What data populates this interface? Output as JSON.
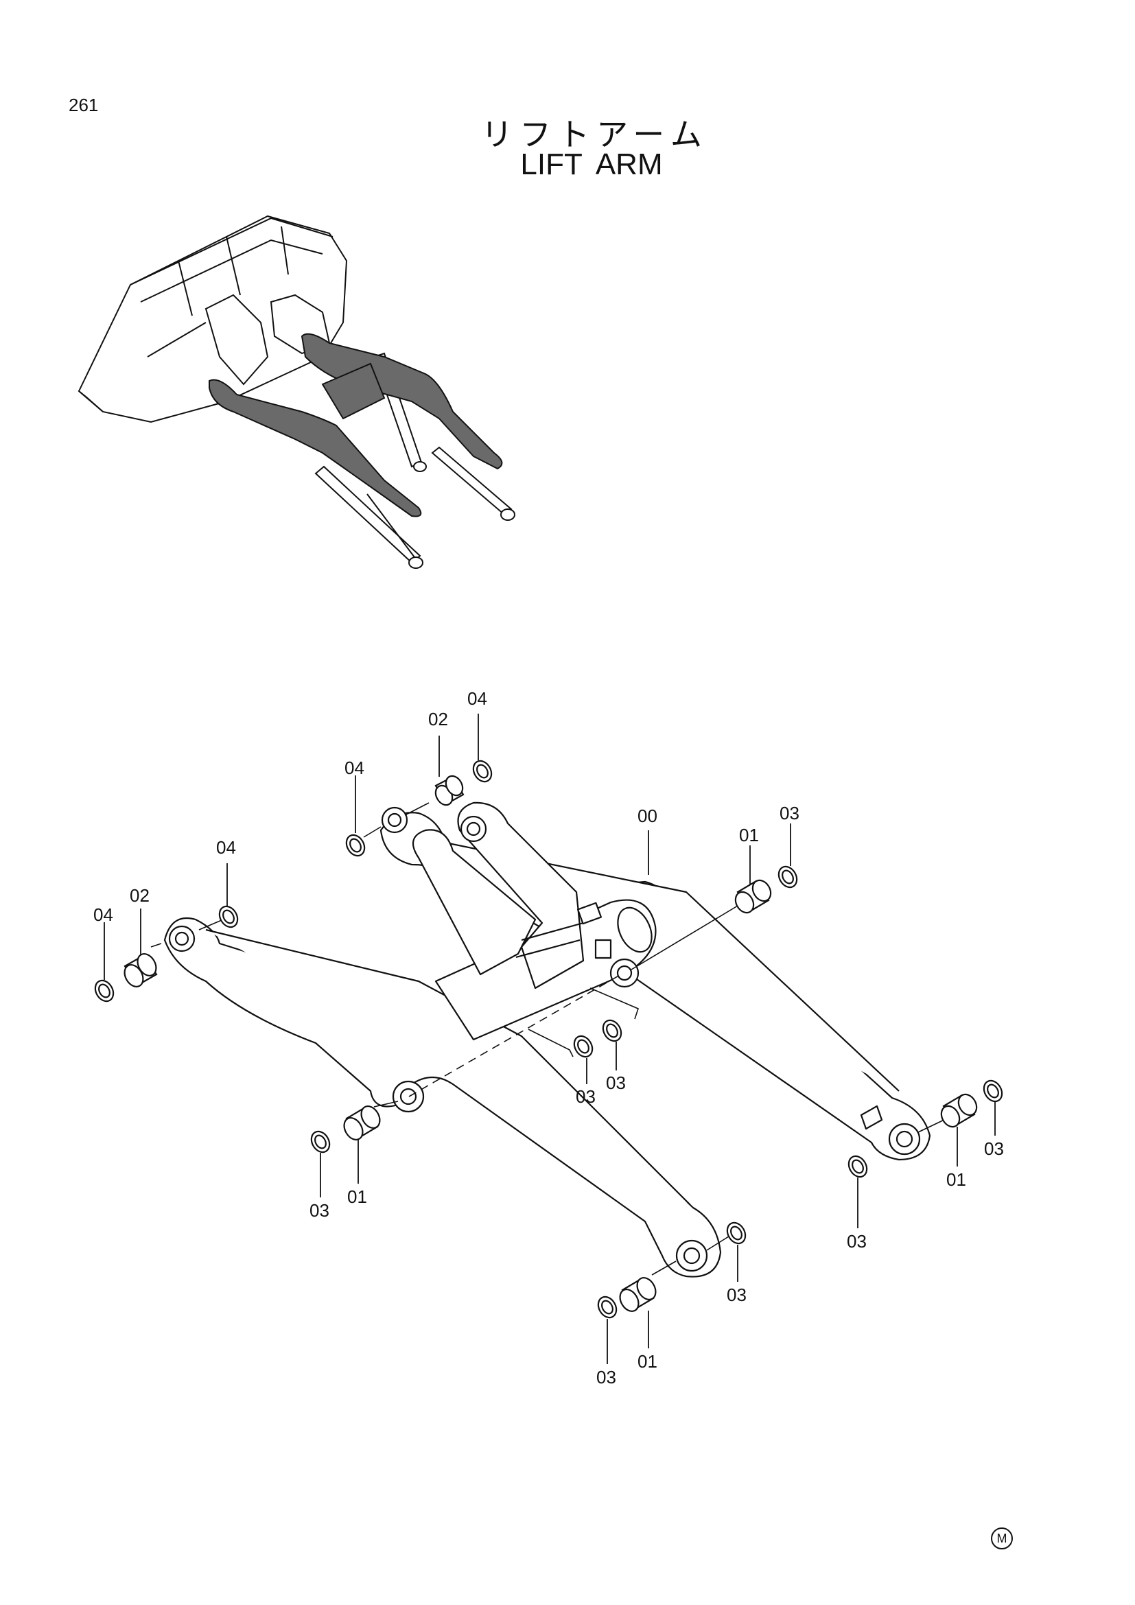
{
  "page": {
    "number": "261",
    "title_jp": "リフトアーム",
    "title_en": "LIFT ARM",
    "mark": "M"
  },
  "callouts": [
    "00",
    "01",
    "02",
    "03",
    "04"
  ]
}
